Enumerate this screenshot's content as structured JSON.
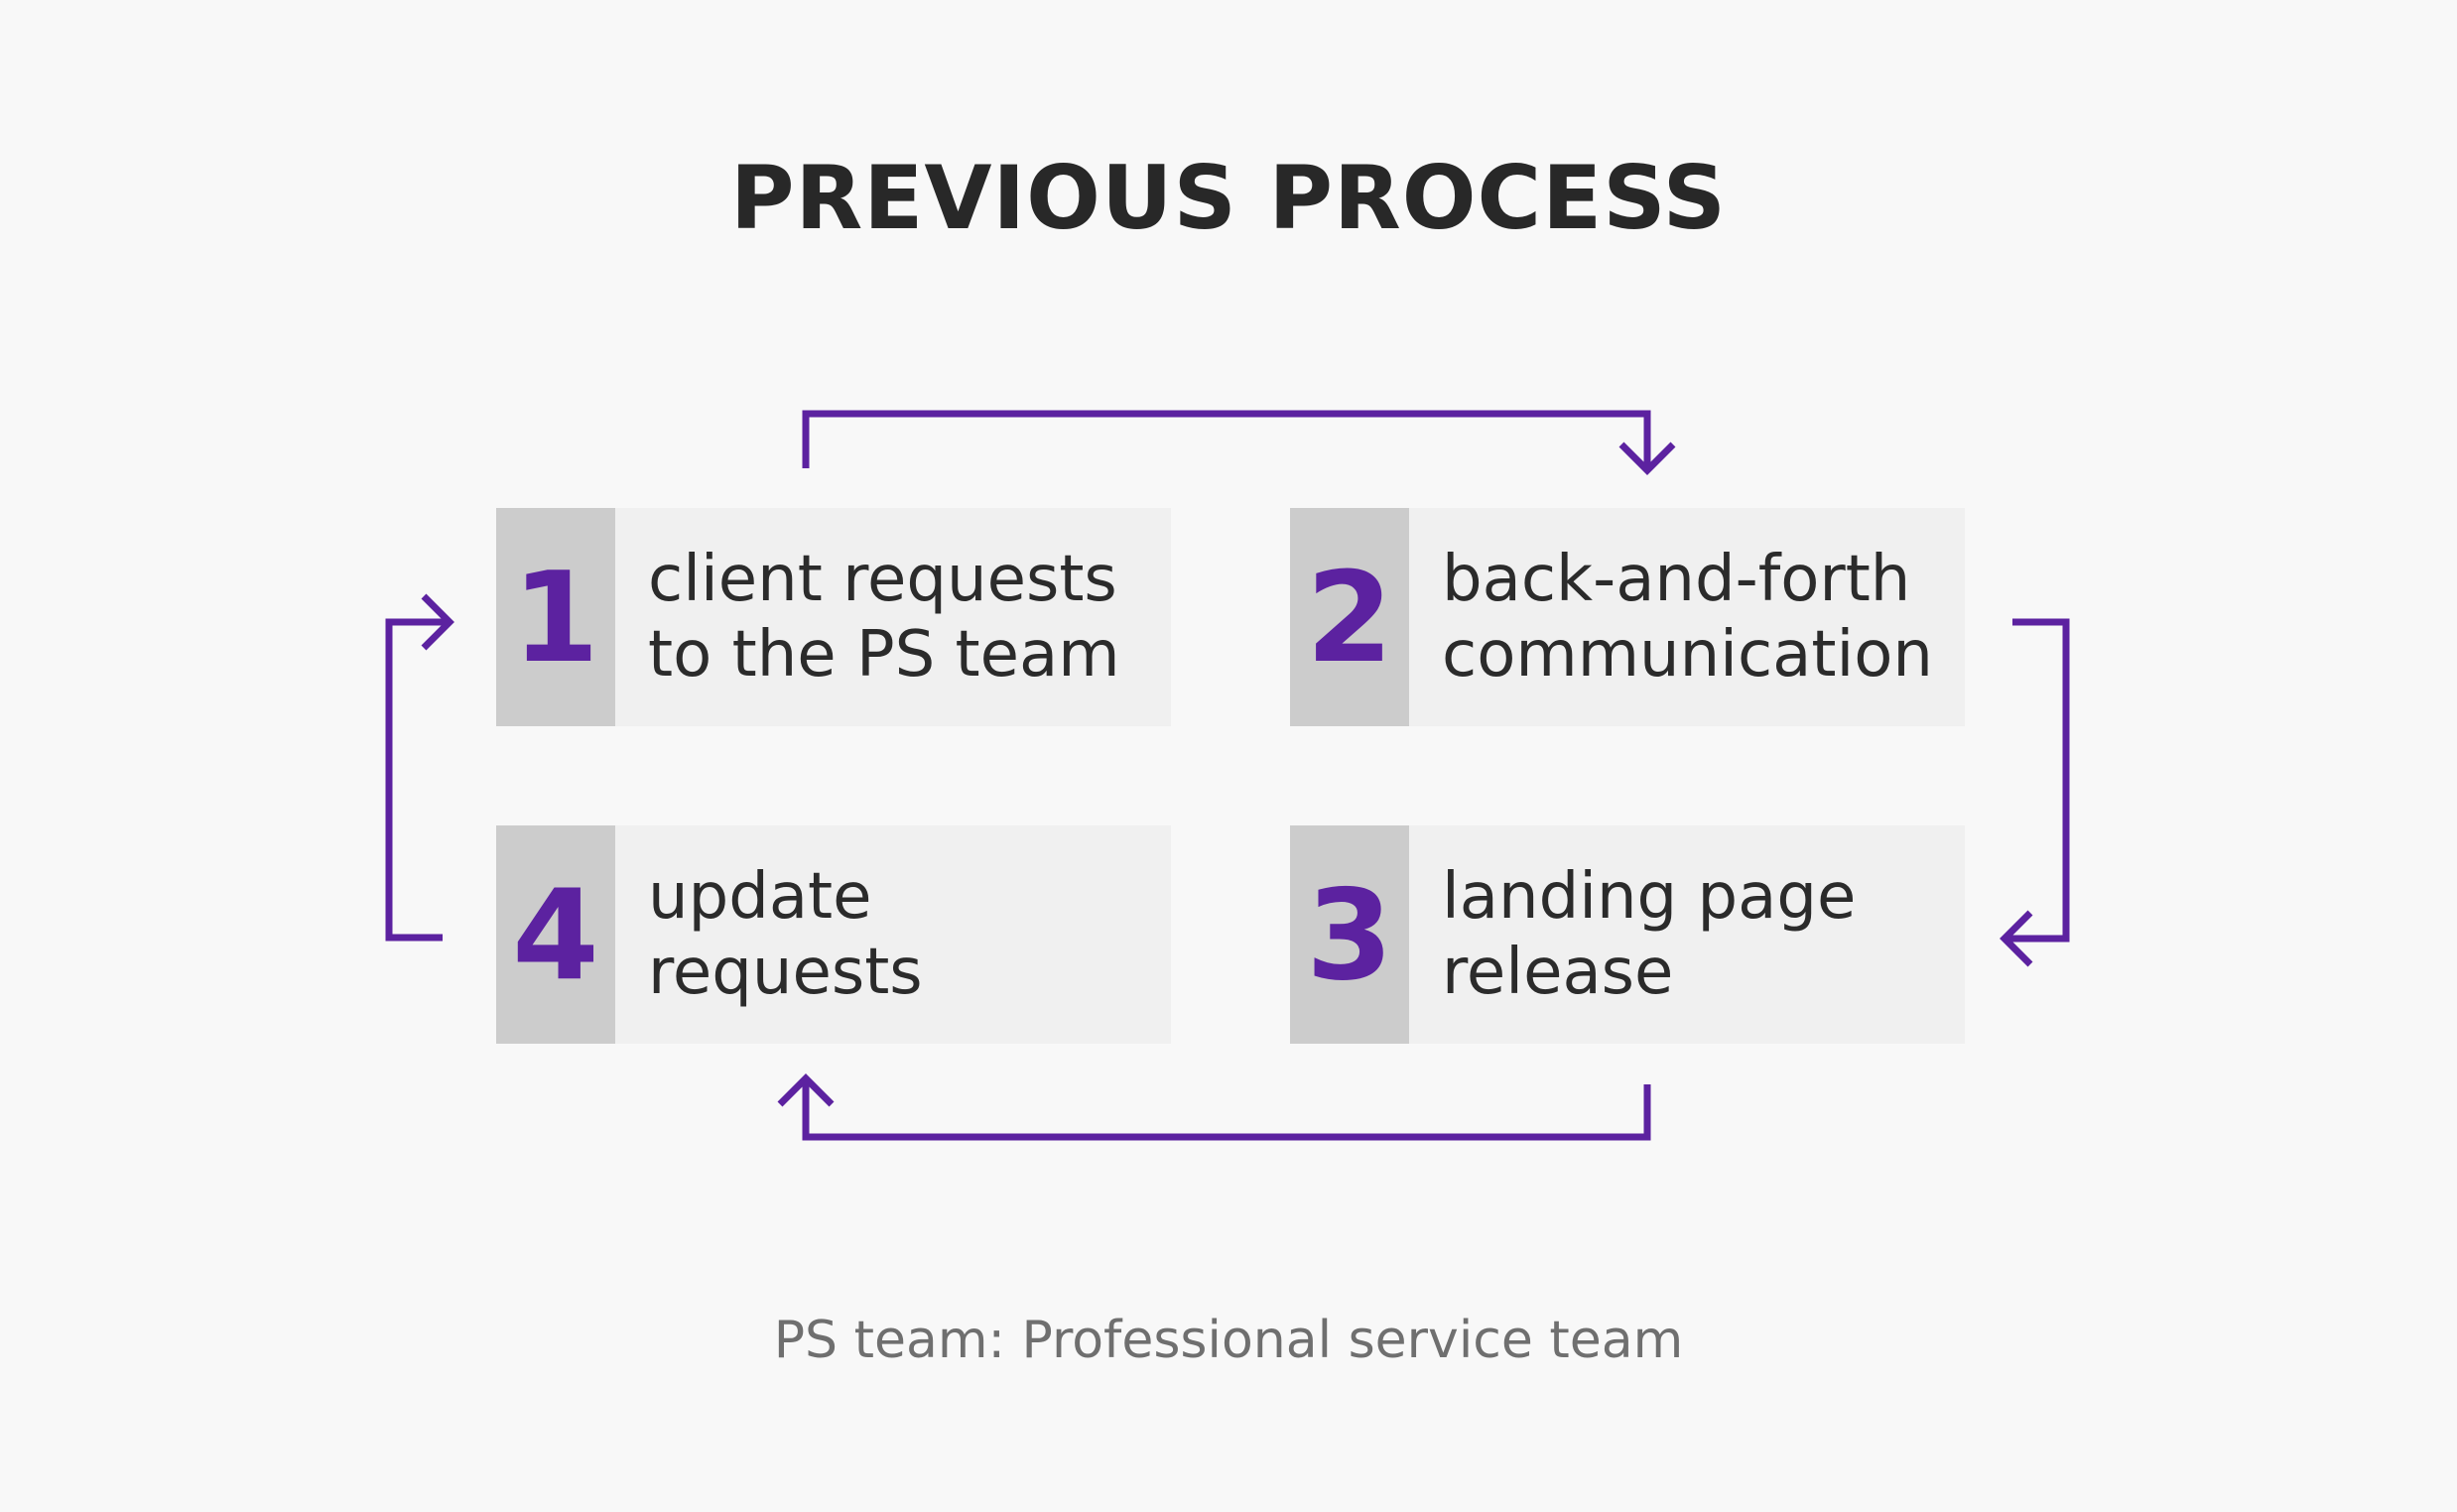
{
  "title": "PREVIOUS PROCESS",
  "steps": [
    {
      "number": "1",
      "lines": [
        "client requests",
        "to the PS team"
      ]
    },
    {
      "number": "2",
      "lines": [
        "back-and-forth",
        "communication"
      ]
    },
    {
      "number": "3",
      "lines": [
        "landing page",
        "release"
      ]
    },
    {
      "number": "4",
      "lines": [
        "update",
        "requests"
      ]
    }
  ],
  "footnote": "PS team: Professional service team",
  "colors": {
    "accent": "#5c22a0",
    "background": "#f8f8f8",
    "box": "#f0f0f0",
    "number_box": "#cccccc",
    "text": "#2b2b2b",
    "footnote": "#6f6f6f"
  }
}
